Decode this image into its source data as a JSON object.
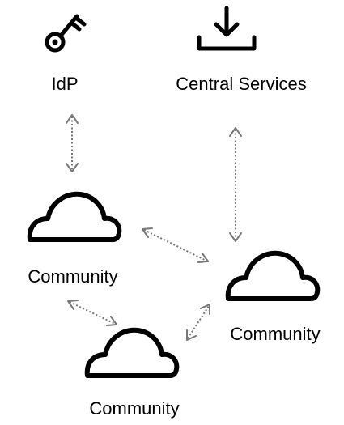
{
  "nodes": {
    "idp": {
      "label": "IdP",
      "icon": "key-icon"
    },
    "central_services": {
      "label": "Central Services",
      "icon": "download-icon"
    },
    "community_left": {
      "label": "Community",
      "icon": "cloud-icon"
    },
    "community_right": {
      "label": "Community",
      "icon": "cloud-icon"
    },
    "community_bottom": {
      "label": "Community",
      "icon": "cloud-icon"
    }
  },
  "connections": [
    {
      "from": "idp",
      "to": "community_left",
      "direction": "bidirectional",
      "style": "dotted"
    },
    {
      "from": "central_services",
      "to": "community_right",
      "direction": "bidirectional",
      "style": "dotted"
    },
    {
      "from": "community_left",
      "to": "community_right",
      "direction": "bidirectional",
      "style": "dotted"
    },
    {
      "from": "community_left",
      "to": "community_bottom",
      "direction": "bidirectional",
      "style": "dotted"
    },
    {
      "from": "community_bottom",
      "to": "community_right",
      "direction": "bidirectional",
      "style": "dotted"
    }
  ],
  "colors": {
    "icon": "#000000",
    "connector": "#777777",
    "background": "#ffffff"
  }
}
